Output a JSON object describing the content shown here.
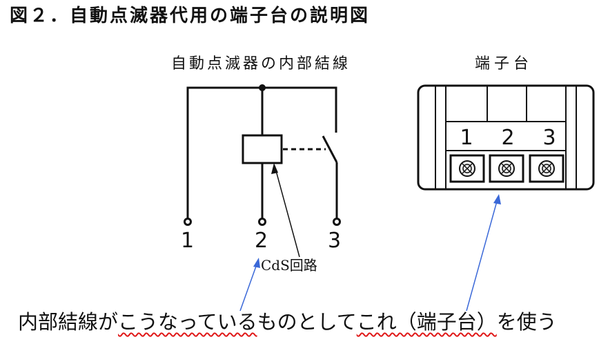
{
  "title": "図２．自動点滅器代用の端子台の説明図",
  "wiring": {
    "label": "自動点滅器の内部結線",
    "terminals": [
      "1",
      "2",
      "3"
    ],
    "cds_label": "CdS回路"
  },
  "terminal_block": {
    "label": "端子台",
    "numbers": [
      "1",
      "2",
      "3"
    ]
  },
  "caption": {
    "part1": "内部結線が",
    "part2": "こうなっている",
    "part3": "ものとして",
    "part4": "これ（端子台）",
    "part5": "を使う"
  },
  "colors": {
    "line": "#111111",
    "arrow": "#3a68d8",
    "underline": "#e01818",
    "terminal_fill": "#f2f2f2"
  }
}
